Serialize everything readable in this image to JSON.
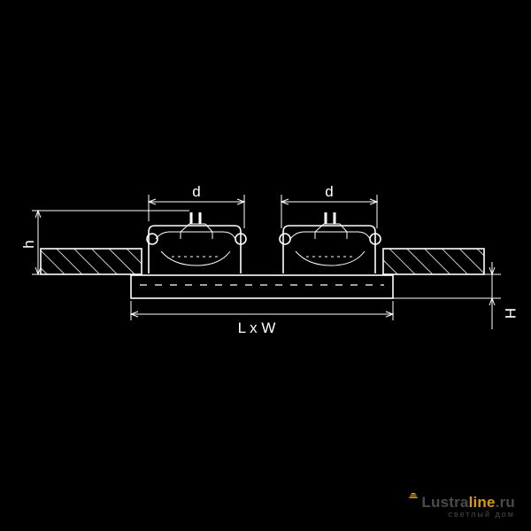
{
  "labels": {
    "d_left": "d",
    "d_right": "d",
    "h": "h",
    "H": "H",
    "lxw": "L x W"
  },
  "watermark": {
    "brand_part1": "Lustra",
    "brand_part2": "line",
    "brand_part3": ".ru",
    "tagline": "светлый дом"
  },
  "colors": {
    "background": "#000000",
    "lines": "#ffffff",
    "watermark_gray": "#4a4a4a",
    "watermark_accent": "#d89a14"
  },
  "icons": {
    "watermark_logo": "lamp-shade-icon"
  }
}
